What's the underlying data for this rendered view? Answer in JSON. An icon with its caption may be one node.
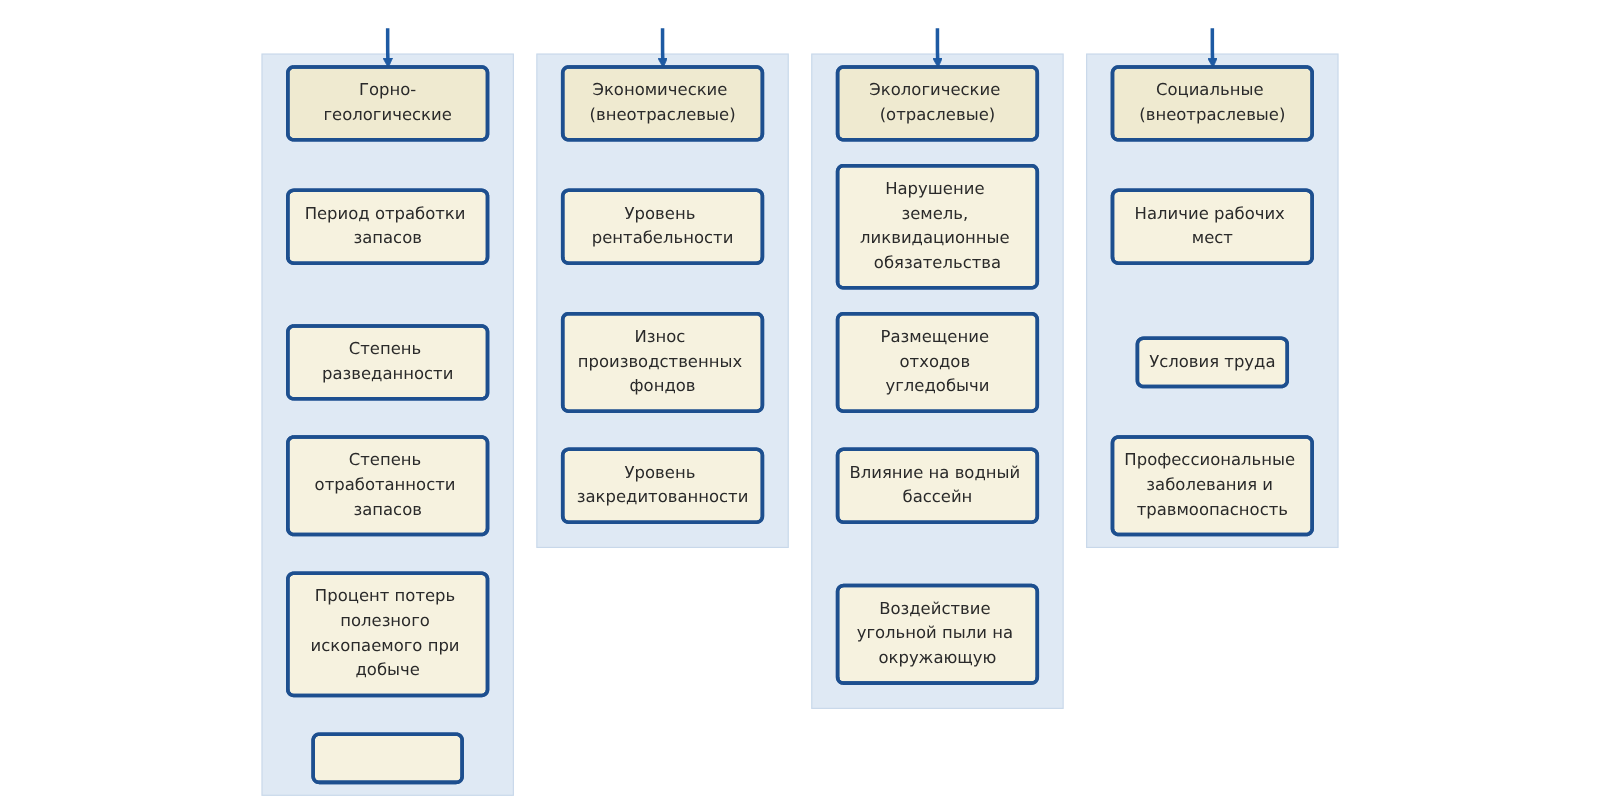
{
  "diagram": {
    "nodes": [
      {
        "text": [],
        "shape": "box"
      },
      {
        "text": [
          "Горно-геологические"
        ],
        "in": 0
      },
      {
        "text": [
          "Период отработки запасов"
        ],
        "in": 0
      },
      {
        "text": [
          "Степень разведанности"
        ],
        "in": 0
      },
      {
        "text": [
          "Степень отработанности запасов"
        ],
        "in": 0
      },
      {
        "text": [
          "Процент потерь полезного ископаемого при добыче"
        ],
        "in": 0
      },
      {
        "text": [],
        "shape": "box",
        "in": 0
      },
      {
        "text": [],
        "shape": "box"
      },
      {
        "text": [
          "Экономические (внеотраслевые)"
        ],
        "in": 7
      },
      {
        "text": [
          "Уровень рентабельности"
        ],
        "in": 7
      },
      {
        "text": [
          "Износ производственных фондов"
        ],
        "in": 7
      },
      {
        "text": [
          "Уровень закредитованности"
        ],
        "in": 7
      },
      {
        "text": [],
        "shape": "box"
      },
      {
        "text": [
          "Экологические (отраслевые)"
        ],
        "in": 12
      },
      {
        "text": [
          "Нарушение земель, ликвидационные обязательства"
        ],
        "in": 12
      },
      {
        "text": [
          "Размещение отходов угледобычи"
        ],
        "in": 12
      },
      {
        "text": [
          "Влияние на водный бассейн"
        ],
        "in": 12
      },
      {
        "text": [
          "Воздействие угольной пыли на окружающую"
        ],
        "in": 12
      },
      {
        "text": [],
        "shape": "box"
      },
      {
        "text": [
          "Социальные (внеотраслевые)"
        ],
        "in": 18
      },
      {
        "text": [
          "Наличие рабочих мест"
        ],
        "in": 18
      },
      {
        "text": [
          "Условия труда"
        ],
        "in": 18
      },
      {
        "text": [
          "Профессиональные заболевания и травмоопасность"
        ],
        "in": 18
      }
    ],
    "edges": [
      {
        "from": null,
        "to": 1,
        "arrow": "to"
      },
      {
        "from": null,
        "to": 8,
        "arrow": "to"
      },
      {
        "from": null,
        "to": 13,
        "arrow": "to"
      },
      {
        "from": null,
        "to": 19,
        "arrow": "to"
      }
    ]
  }
}
